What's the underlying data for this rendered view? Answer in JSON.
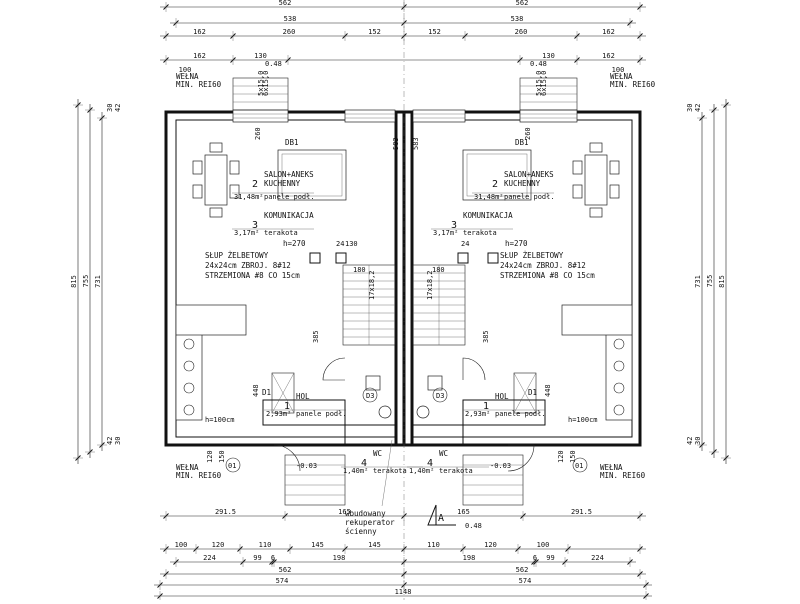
{
  "dims_top_row1": [
    "562",
    "562"
  ],
  "dims_top_row2": [
    "538",
    "538"
  ],
  "dims_top_row3": [
    "162",
    "260",
    "152",
    "152",
    "260",
    "162"
  ],
  "dims_top_window": [
    "162",
    "130",
    "130",
    "162"
  ],
  "dims_top_small": [
    "100",
    "0.48",
    "0.48",
    "100"
  ],
  "dims_bot_row1": [
    "291.5",
    "165",
    "165",
    "291.5"
  ],
  "dims_bot_row2": [
    "100",
    "120",
    "110",
    "145",
    "145",
    "110",
    "120",
    "100"
  ],
  "dims_bot_row3": [
    "224",
    "99",
    "6",
    "198",
    "198",
    "6",
    "99",
    "224"
  ],
  "dims_bot_row4": [
    "562",
    "562"
  ],
  "dims_bot_row5": [
    "574",
    "574"
  ],
  "dims_bot_total": "1148",
  "dims_left": [
    "815",
    "755",
    "731"
  ],
  "dims_right": [
    "731",
    "755",
    "815"
  ],
  "wall_note": "WEŁNA\nMIN. REI60",
  "column_note": {
    "l1": "SŁUP ŻELBETOWY",
    "l2": "24x24cm ZBROJ. 8#12",
    "l3": "STRZEMIONA #8 CO 15cm"
  },
  "height_label": "h=270",
  "rooms": [
    {
      "num": "2",
      "name": "SALON+ANEKS\nKUCHENNY",
      "area": "31,48m²",
      "floor": "panele podł."
    },
    {
      "num": "3",
      "name": "KOMUNIKACJA",
      "area": "3,17m²",
      "floor": "terakota"
    },
    {
      "num": "1",
      "name": "HOL",
      "area": "2,93m²",
      "floor": "panele podł."
    },
    {
      "num": "4",
      "name": "WC",
      "area": "1,40m²",
      "floor": "terakota"
    }
  ],
  "door_labels": [
    "DB1",
    "D1",
    "D3"
  ],
  "stair_marks": [
    "17x18,2",
    "5x15,0",
    "6x15,0"
  ],
  "misc": {
    "tag_01": "01",
    "window_sill": "h=100cm",
    "grade": "-0.03",
    "h385": "385",
    "h448": "448",
    "h260": "260",
    "h24": "24",
    "h130": "130",
    "h180": "180",
    "h583": "583",
    "side_dims": [
      "30",
      "42",
      "42",
      "30"
    ],
    "bottom_side": [
      "120",
      "150"
    ]
  },
  "section_mark": "A",
  "recuperator_note": "wbudowany\nrekuperator\nścienny"
}
